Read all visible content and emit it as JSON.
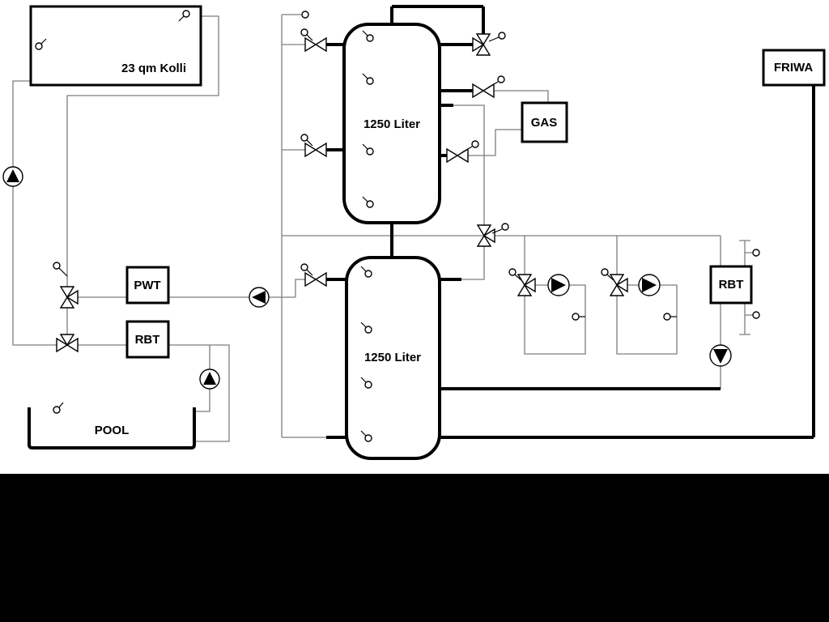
{
  "diagram": {
    "labels": {
      "collector": "23 qm Kolli",
      "tank1": "1250 Liter",
      "tank2": "1250 Liter",
      "pwt": "PWT",
      "rbt_left": "RBT",
      "rbt_right": "RBT",
      "gas": "GAS",
      "friwa": "FRIWA",
      "pool": "POOL"
    },
    "colors": {
      "bg": "#ffffff",
      "ink": "#000000",
      "pipe": "#7d7d7d",
      "band": "#000000"
    },
    "icons": {
      "pump": "circle-with-filled-triangle",
      "valve": "bowtie-triangles",
      "sensor": "small-circle-with-stem"
    }
  }
}
